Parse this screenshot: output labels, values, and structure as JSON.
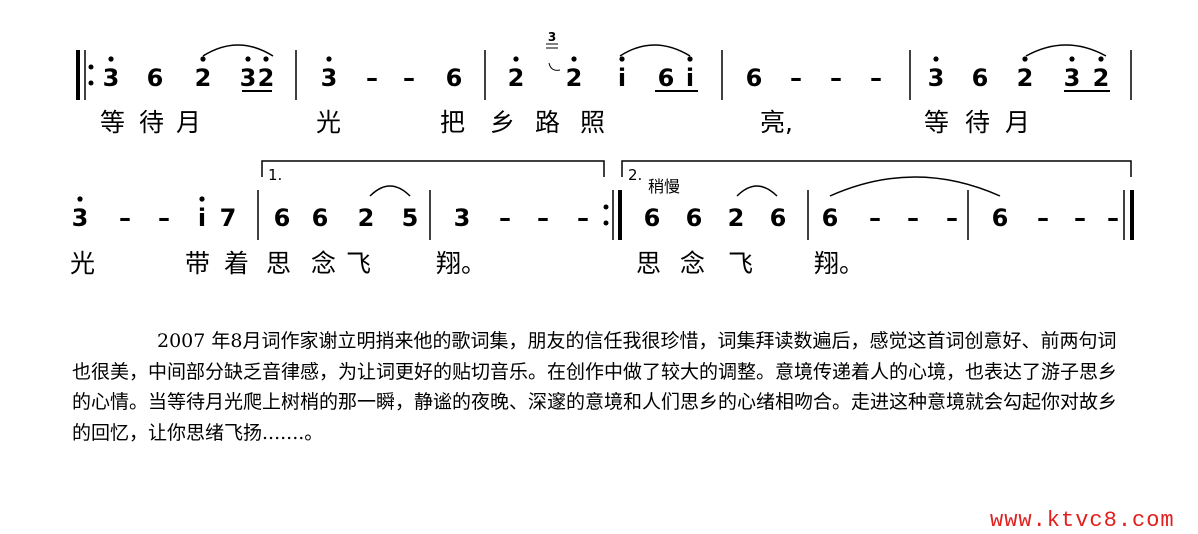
{
  "rows": [
    {
      "notes": [
        "3",
        "6",
        "2",
        "3",
        "2",
        "3",
        "–",
        "–",
        "6",
        "2",
        "2",
        "i",
        "6",
        "i",
        "6",
        "–",
        "–",
        "–",
        "3",
        "6",
        "2",
        "3",
        "2"
      ],
      "grace_note": "3",
      "lyrics": [
        "等",
        "待",
        "月",
        "光",
        "把",
        "乡",
        "路",
        "照",
        "亮,",
        "等",
        "待",
        "月"
      ]
    },
    {
      "notes": [
        "3",
        "–",
        "–",
        "i",
        "7",
        "6",
        "6",
        "2",
        "5",
        "3",
        "–",
        "–",
        "–",
        "6",
        "6",
        "2",
        "6",
        "6",
        "–",
        "–",
        "–",
        "6",
        "–",
        "–",
        "–"
      ],
      "lyrics": [
        "光",
        "带",
        "着",
        "思",
        "念",
        "飞",
        "翔。",
        "思",
        "念",
        "飞",
        "翔。"
      ],
      "volta_1": "1.",
      "volta_2": "2.",
      "tempo_mark": "稍慢"
    }
  ],
  "description": "2007 年8月词作家谢立明捎来他的歌词集，朋友的信任我很珍惜，词集拜读数遍后，感觉这首词创意好、前两句词也很美，中间部分缺乏音律感，为让词更好的贴切音乐。在创作中做了较大的调整。意境传递着人的心境，也表达了游子思乡的心情。当等待月光爬上树梢的那一瞬，静谧的夜晚、深邃的意境和人们思乡的心绪相吻合。走进这种意境就会勾起你对故乡的回忆，让你思绪飞扬.......。",
  "watermark": "www.ktvc8.com",
  "colors": {
    "ink": "#000000",
    "watermark": "#e0201f"
  }
}
